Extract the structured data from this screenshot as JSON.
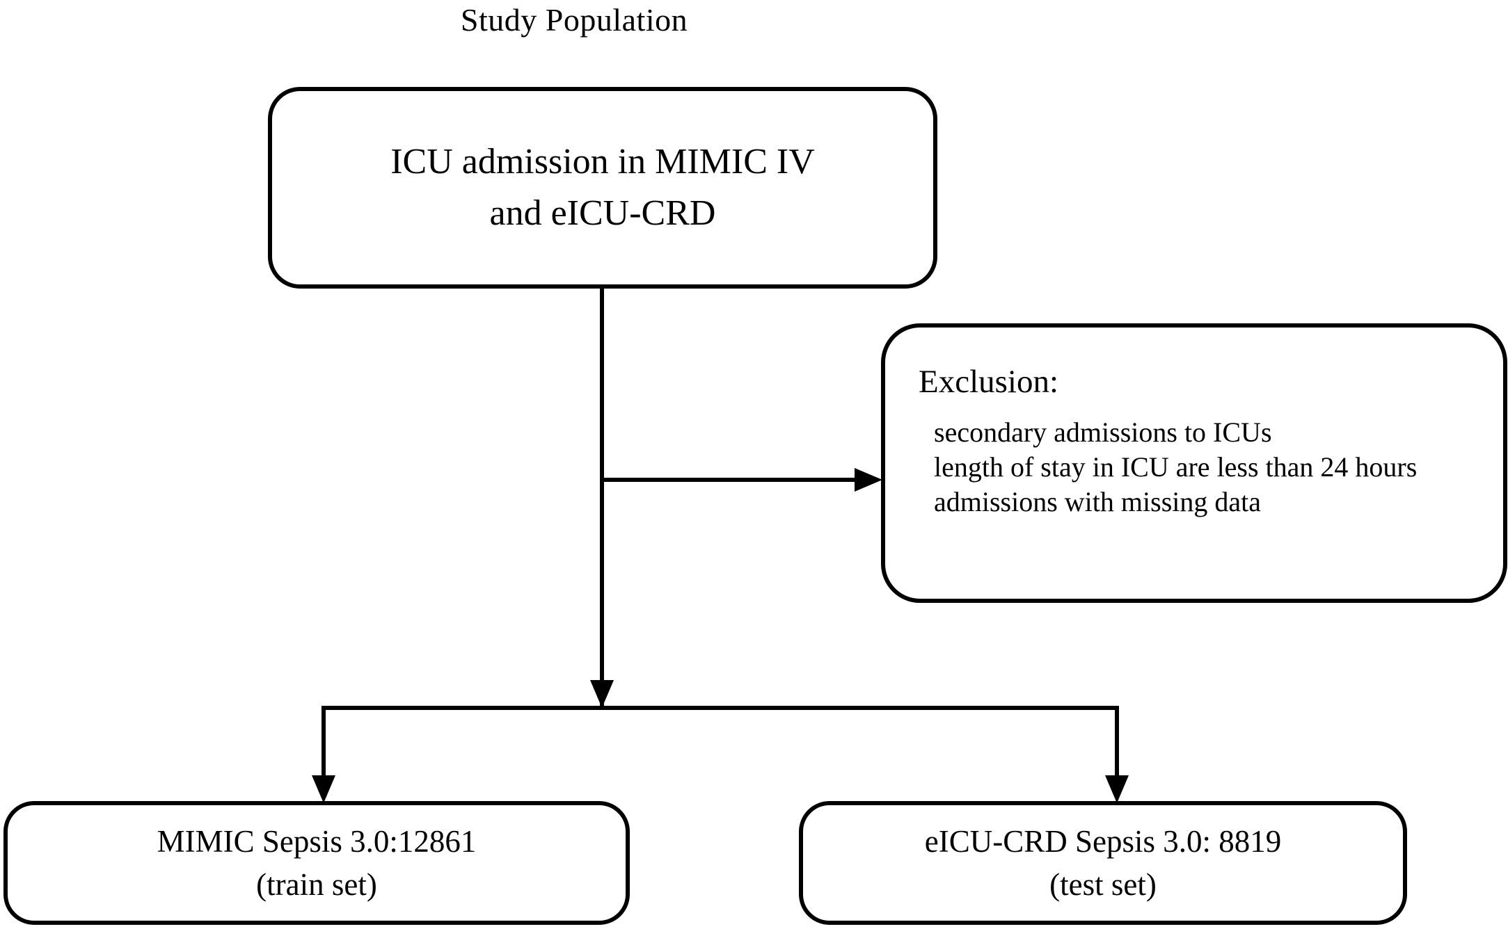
{
  "title": "Study Population",
  "flow": {
    "source_node": {
      "name": "icu-admission-source",
      "lines": [
        "ICU admission in MIMIC IV",
        "and eICU-CRD"
      ]
    },
    "exclusion_node": {
      "name": "exclusion-criteria",
      "heading": "Exclusion:",
      "items": [
        "secondary admissions to ICUs",
        "length of stay in ICU are less than 24 hours",
        "admissions with missing data"
      ]
    },
    "train_node": {
      "name": "mimic-train-cohort",
      "lines": [
        "MIMIC Sepsis 3.0:12861",
        "(train set)"
      ],
      "cohort": "MIMIC Sepsis 3.0",
      "count": 12861,
      "role": "train set"
    },
    "test_node": {
      "name": "eicu-test-cohort",
      "lines": [
        "eICU-CRD Sepsis 3.0: 8819",
        "(test set)"
      ],
      "cohort": "eICU-CRD Sepsis 3.0",
      "count": 8819,
      "role": "test set"
    }
  },
  "colors": {
    "stroke": "#000000",
    "background": "#ffffff",
    "text": "#000000"
  }
}
